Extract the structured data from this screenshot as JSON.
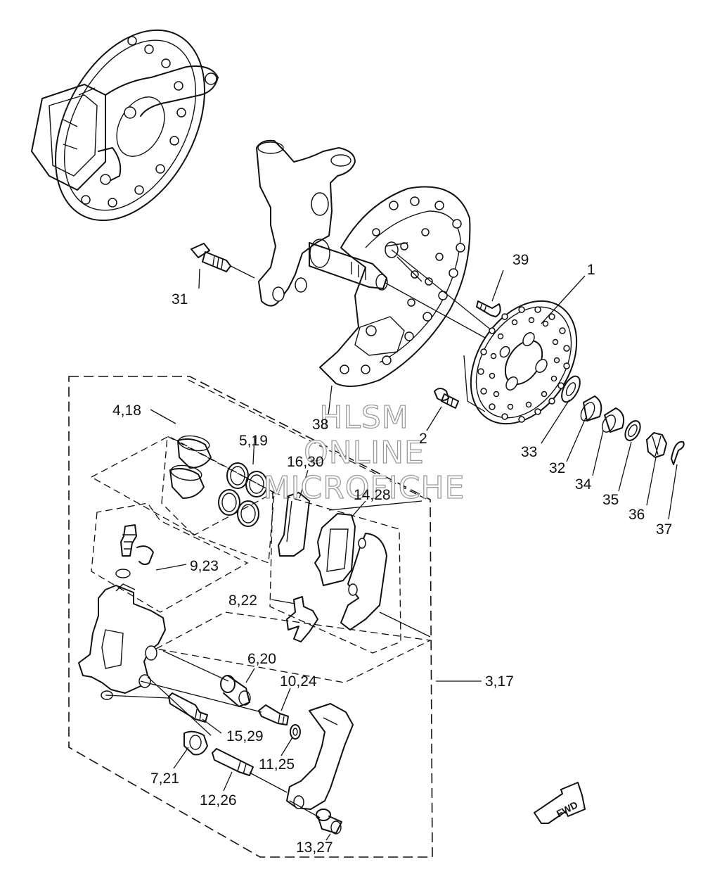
{
  "callouts": {
    "c1": "1",
    "c2": "2",
    "c3_17": "3,17",
    "c4_18": "4,18",
    "c5_19": "5,19",
    "c6_20": "6,20",
    "c7_21": "7,21",
    "c8_22": "8,22",
    "c9_23": "9,23",
    "c10_24": "10,24",
    "c11_25": "11,25",
    "c12_26": "12,26",
    "c13_27": "13,27",
    "c14_28": "14,28",
    "c15_29": "15,29",
    "c16_30": "16,30",
    "c31": "31",
    "c32": "32",
    "c33": "33",
    "c34": "34",
    "c35": "35",
    "c36": "36",
    "c37": "37",
    "c38": "38",
    "c39": "39"
  },
  "watermark": {
    "line1": "HLSM",
    "line2": "ONLINE",
    "line3": "MICROFICHE"
  },
  "direction_arrow": {
    "label": "FWD"
  }
}
